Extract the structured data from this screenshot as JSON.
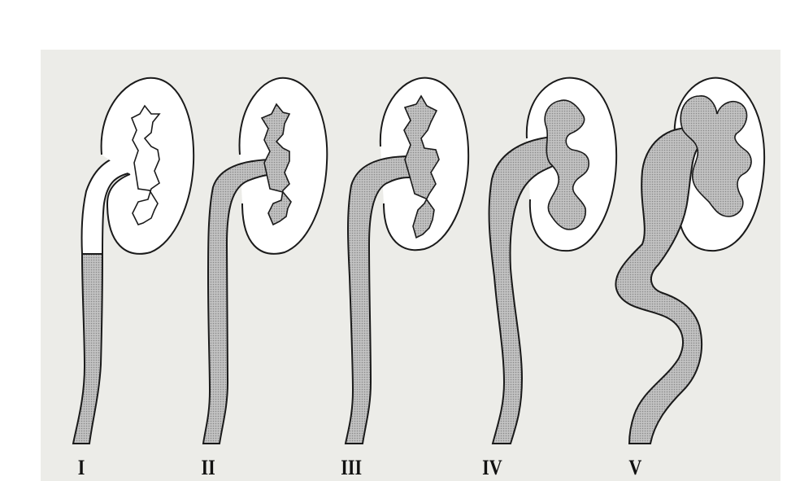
{
  "figure": {
    "grades": [
      {
        "label": "I"
      },
      {
        "label": "II"
      },
      {
        "label": "III"
      },
      {
        "label": "IV"
      },
      {
        "label": "V"
      }
    ]
  },
  "colors": {
    "paper": "#ecece8",
    "fill": "#b3b3b3",
    "stroke": "#1a1a1a"
  }
}
